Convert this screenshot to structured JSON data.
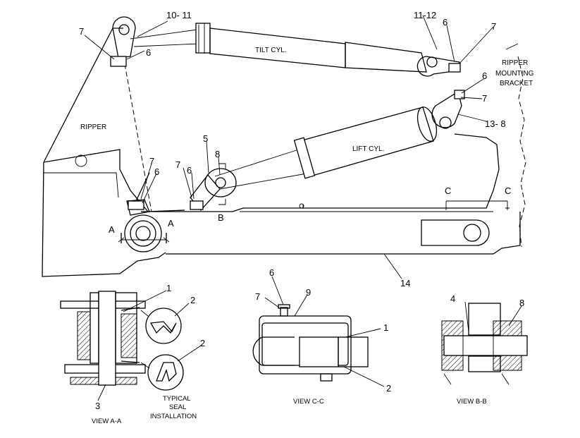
{
  "components": {
    "tilt_cylinder": "TILT CYL.",
    "lift_cylinder": "LIFT CYL.",
    "ripper": "RIPPER",
    "mounting_bracket": [
      "RIPPER",
      "MOUNTING",
      "BRACKET"
    ]
  },
  "callouts": {
    "c10_11": "10- 11",
    "c11_12": "11-12",
    "c13_8": "13- 8",
    "c14": "14",
    "c5": "5",
    "c8_main": "8",
    "c6_tl": "6",
    "c7_tl": "7",
    "c6_tr": "6",
    "c7_tr": "7",
    "c6_br": "6",
    "c7_br": "7",
    "c6_mid": "6",
    "c7_mid": "7",
    "c6_low": "6",
    "c7_low": "7",
    "c1_aa": "1",
    "c2_aa_top": "2",
    "c2_aa_bot": "2",
    "c3_aa": "3",
    "c6_cc": "6",
    "c7_cc": "7",
    "c9_cc": "9",
    "c1_cc": "1",
    "c2_cc": "2",
    "c4_bb": "4",
    "c8_bb": "8"
  },
  "section_markers": {
    "a_left": "A",
    "a_right": "A",
    "b": "B",
    "c_left": "C",
    "c_right": "C"
  },
  "views": {
    "view_aa": "VIEW A-A",
    "view_cc": "VIEW C-C",
    "view_bb": "VIEW B-B",
    "seal_caption": [
      "TYPICAL",
      "SEAL",
      "INSTALLATION"
    ]
  }
}
